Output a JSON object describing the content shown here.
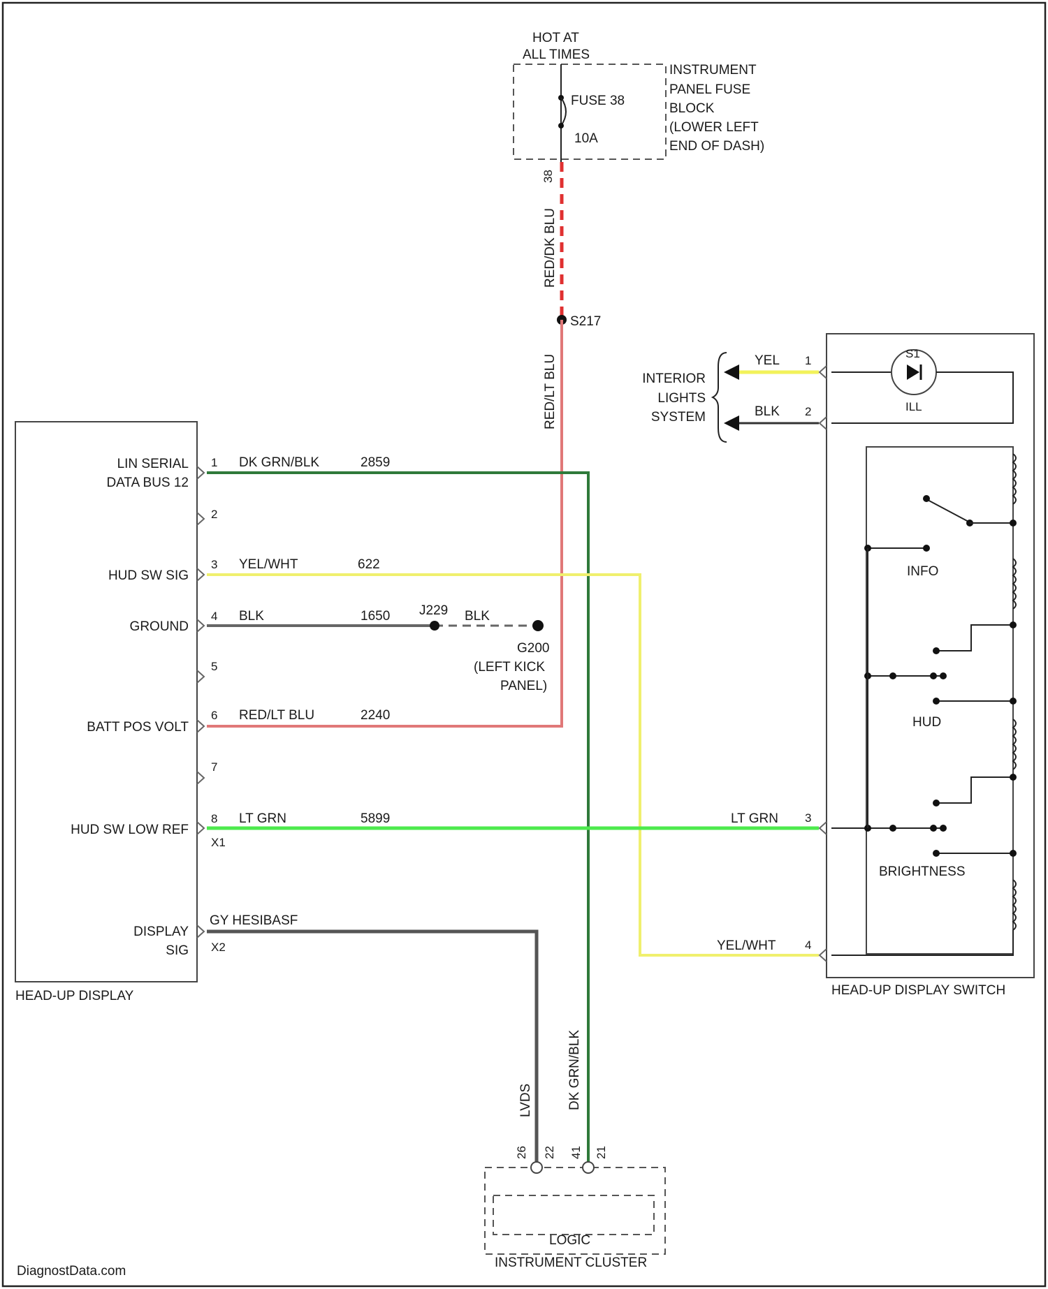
{
  "fuse_block": {
    "hot_label_1": "HOT AT",
    "hot_label_2": "ALL TIMES",
    "fuse_name": "FUSE 38",
    "fuse_rating": "10A",
    "lines": [
      "INSTRUMENT",
      "PANEL FUSE",
      "BLOCK",
      "(LOWER LEFT",
      "END OF DASH)"
    ],
    "pin": "38"
  },
  "wires": {
    "fuse_out": "RED/DK BLU",
    "splice_label": "S217",
    "batt_feed": "RED/LT BLU",
    "w1_color": "DK GRN/BLK",
    "w1_circuit": "2859",
    "w3_color": "YEL/WHT",
    "w3_circuit": "622",
    "w4_color": "BLK",
    "w4_circuit": "1650",
    "ground_splice": "J229",
    "ground_wire": "BLK",
    "ground_point": "G200",
    "ground_loc_1": "(LEFT KICK",
    "ground_loc_2": "PANEL)",
    "w6_color": "RED/LT BLU",
    "w6_circuit": "2240",
    "w8_color": "LT GRN",
    "w8_circuit": "5899",
    "switch_pin3_wire": "LT GRN",
    "switch_pin4_wire": "YEL/WHT",
    "x2_wire": "GY HESIBASF",
    "cluster_lvds": "LVDS",
    "cluster_dkgrn": "DK GRN/BLK"
  },
  "hud": {
    "pins": [
      {
        "num": "1",
        "label_1": "LIN SERIAL",
        "label_2": "DATA BUS 12"
      },
      {
        "num": "2",
        "label_1": "",
        "label_2": ""
      },
      {
        "num": "3",
        "label_1": "HUD SW SIG",
        "label_2": ""
      },
      {
        "num": "4",
        "label_1": "GROUND",
        "label_2": ""
      },
      {
        "num": "5",
        "label_1": "",
        "label_2": ""
      },
      {
        "num": "6",
        "label_1": "BATT POS VOLT",
        "label_2": ""
      },
      {
        "num": "7",
        "label_1": "",
        "label_2": ""
      },
      {
        "num": "8",
        "label_1": "HUD SW LOW REF",
        "label_2": ""
      }
    ],
    "connector_x1": "X1",
    "display_1": "DISPLAY",
    "display_2": "SIG",
    "connector_x2": "X2",
    "name": "HEAD-UP DISPLAY"
  },
  "interior": {
    "line_1": "INTERIOR",
    "line_2": "LIGHTS",
    "line_3": "SYSTEM",
    "wire_1": "YEL",
    "wire_2": "BLK"
  },
  "hud_switch": {
    "pin_1": "1",
    "pin_2": "2",
    "pin_3": "3",
    "pin_4": "4",
    "lamp_top": "S1",
    "lamp_label": "ILL",
    "info_label": "INFO",
    "hud_label": "HUD",
    "brightness_label": "BRIGHTNESS",
    "name": "HEAD-UP DISPLAY SWITCH"
  },
  "cluster": {
    "pin_left": "22",
    "pin_left_side": "26",
    "pin_right": "21",
    "pin_right_side": "41",
    "logic_label": "LOGIC",
    "name": "INSTRUMENT CLUSTER"
  },
  "watermark": "DiagnostData.com",
  "colors": {
    "dk_grn_blk": "#2f7a3a",
    "yel_wht": "#f0f06e",
    "yel": "#f2f25a",
    "lt_grn": "#4dea4d",
    "red_lt_blu": "#e07878",
    "red_dk_blu": "#e03030",
    "blk": "#666666",
    "gy": "#555555"
  }
}
